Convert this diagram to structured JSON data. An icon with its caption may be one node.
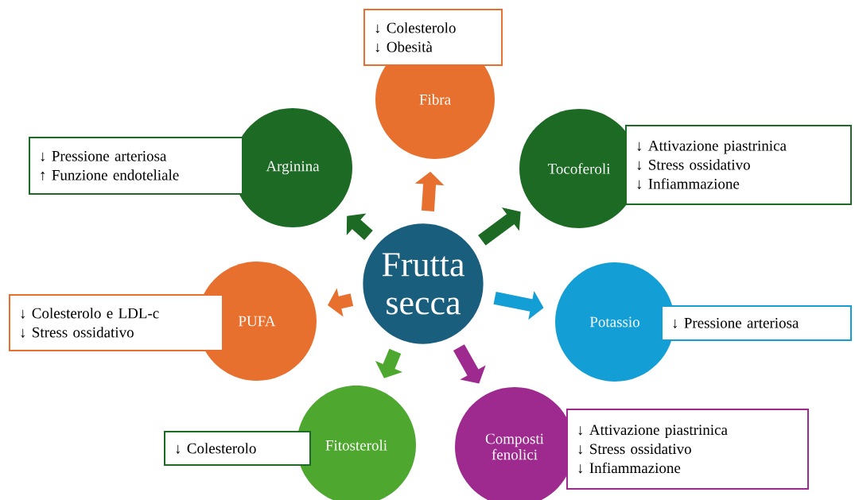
{
  "diagram": {
    "nodes": [
      {
        "text": [
          "Frutta secca"
        ]
      },
      {
        "text": [
          "Fibra"
        ]
      },
      {
        "text": [
          "↓ Colesterolo",
          "↓ Obesità"
        ]
      },
      {
        "text": [
          "Tocoferoli"
        ]
      },
      {
        "text": [
          "↓ Attivazione piastrinica",
          "↓ Stress ossidativo",
          "↓ Infiammazione"
        ]
      },
      {
        "text": [
          "Potassio"
        ]
      },
      {
        "text": [
          "↓ Pressione arteriosa"
        ]
      },
      {
        "text": [
          "Composti fenolici"
        ]
      },
      {
        "text": [
          "↓ Attivazione piastrinica",
          "↓ Stress ossidativo",
          "↓ Infiammazione"
        ]
      },
      {
        "text": [
          "Fitosteroli"
        ]
      },
      {
        "text": [
          "↓ Colesterolo"
        ]
      },
      {
        "text": [
          "PUFA"
        ]
      },
      {
        "text": [
          "↓ Colesterolo e LDL-c",
          "↓ Stress ossidativo"
        ]
      },
      {
        "text": [
          "Arginina"
        ]
      },
      {
        "text": [
          "↓ Pressione arteriosa",
          "↑ Funzione endoteliale"
        ]
      }
    ],
    "edges": [
      {
        "from": 0,
        "to": 1,
        "arrow": "to",
        "color": "#e8702f"
      },
      {
        "from": 0,
        "to": 3,
        "arrow": "to",
        "color": "#1c6a24"
      },
      {
        "from": 0,
        "to": 5,
        "arrow": "to",
        "color": "#139fd6"
      },
      {
        "from": 0,
        "to": 7,
        "arrow": "to",
        "color": "#9e2a8f"
      },
      {
        "from": 0,
        "to": 9,
        "arrow": "to",
        "color": "#4ea72e"
      },
      {
        "from": 0,
        "to": 11,
        "arrow": "to",
        "color": "#e8702f"
      },
      {
        "from": 0,
        "to": 13,
        "arrow": "to",
        "color": "#1c6a24"
      }
    ]
  }
}
